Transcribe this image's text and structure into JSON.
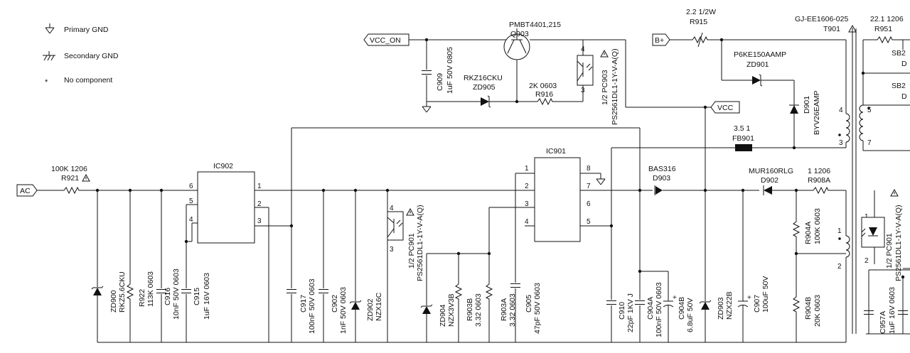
{
  "legend": {
    "primary_gnd": "Primary GND",
    "secondary_gnd": "Secondary GND",
    "no_component": "No component",
    "no_component_symbol": "*"
  },
  "nets": {
    "ac": "AC",
    "vcc_on": "VCC_ON",
    "b_plus": "B+",
    "vcc": "VCC"
  },
  "components": {
    "q903": {
      "part": "PMBT4401,215",
      "ref": "Q903"
    },
    "c909": {
      "ref": "C909",
      "value": "1uF 50V 0805"
    },
    "zd905": {
      "part": "RKZ16CKU",
      "ref": "ZD905"
    },
    "r916": {
      "value": "2K 0603",
      "ref": "R916"
    },
    "pc903": {
      "ref": "1/2  PC903",
      "part": "PS2561DL1-1Y-V-A(Q)",
      "pin4": "4",
      "pin3": "3"
    },
    "r915": {
      "value": "2.2 1/2W",
      "ref": "R915"
    },
    "zd901": {
      "part": "P6KE150AAMP",
      "ref": "ZD901"
    },
    "d901": {
      "ref": "D901",
      "part": "BYV26EAMP"
    },
    "fb901": {
      "value": "3.5 1",
      "ref": "FB901"
    },
    "t901": {
      "part": "GJ-EE1606-025",
      "ref": "T901"
    },
    "r951": {
      "value": "22.1 1206",
      "ref": "R951"
    },
    "sb_top": {
      "ref": "SB2",
      "suffix": "D"
    },
    "sb_mid": {
      "ref": "SB2",
      "suffix": "D"
    },
    "r921": {
      "value": "100K 1206",
      "ref": "R921"
    },
    "ic902": {
      "ref": "IC902"
    },
    "ic901": {
      "ref": "IC901"
    },
    "d903": {
      "part": "BAS316",
      "ref": "D903"
    },
    "d902": {
      "part": "MUR160RLG",
      "ref": "D902"
    },
    "r908a": {
      "value": "1 1206",
      "ref": "R908A"
    },
    "pc901_a": {
      "ref": "1/2  PC901",
      "part": "PS2561DL1-1Y-V-A(Q)",
      "pin4": "4",
      "pin3": "3"
    },
    "pc901_b": {
      "ref": "1/2  PC901",
      "part": "PS2561DL1-1Y-V-A(Q)",
      "pin1": "1",
      "pin2": "2"
    },
    "zd900": {
      "ref": "ZD900",
      "part": "RKZ5.6CKU"
    },
    "r922": {
      "ref": "R922",
      "value": "113K 0603"
    },
    "c916": {
      "ref": "C916",
      "value": "10nF 50V 0603"
    },
    "c915": {
      "ref": "C915",
      "value": "1uF 16V 0603"
    },
    "c917": {
      "ref": "C917",
      "value": "100nF 50V 0603"
    },
    "c902": {
      "ref": "C902",
      "value": "1nF 50V 0603"
    },
    "zd902": {
      "ref": "ZD902",
      "part": "NZX16C"
    },
    "zd904": {
      "ref": "ZD904",
      "part": "NZX3V3B"
    },
    "r903b": {
      "ref": "R903B",
      "value": "3.32 0603"
    },
    "r903a": {
      "ref": "R903A",
      "value": "3.32 0603"
    },
    "c905": {
      "ref": "C905",
      "value": "47pF 50V 0603"
    },
    "c910": {
      "ref": "C910",
      "value": "22pF 1KV J"
    },
    "c904a": {
      "ref": "C904A",
      "value": "100nF 50V 0603"
    },
    "c904b": {
      "ref": "C904B",
      "value": "6.8uF 50V"
    },
    "zd903": {
      "ref": "ZD903",
      "part": "NZX22B"
    },
    "c907": {
      "ref": "C907",
      "value": "100uF 50V"
    },
    "r904a": {
      "ref": "R904A",
      "value": "100K 0603"
    },
    "r904b": {
      "ref": "R904B",
      "value": "20K 0603"
    },
    "c957a": {
      "ref": "C957A",
      "value": "1uF 16V 0603"
    }
  },
  "ic902_pins": {
    "p1": "1",
    "p2": "2",
    "p3": "3",
    "p4": "4",
    "p5": "5",
    "p6": "6"
  },
  "ic901_pins": {
    "p1": "1",
    "p2": "2",
    "p3": "3",
    "p4": "4",
    "p5": "5",
    "p6": "6",
    "p7": "7",
    "p8": "8"
  },
  "t901_pins": {
    "p1": "1",
    "p2": "2",
    "p3": "3",
    "p4": "4",
    "p5": "5",
    "p7": "7"
  }
}
